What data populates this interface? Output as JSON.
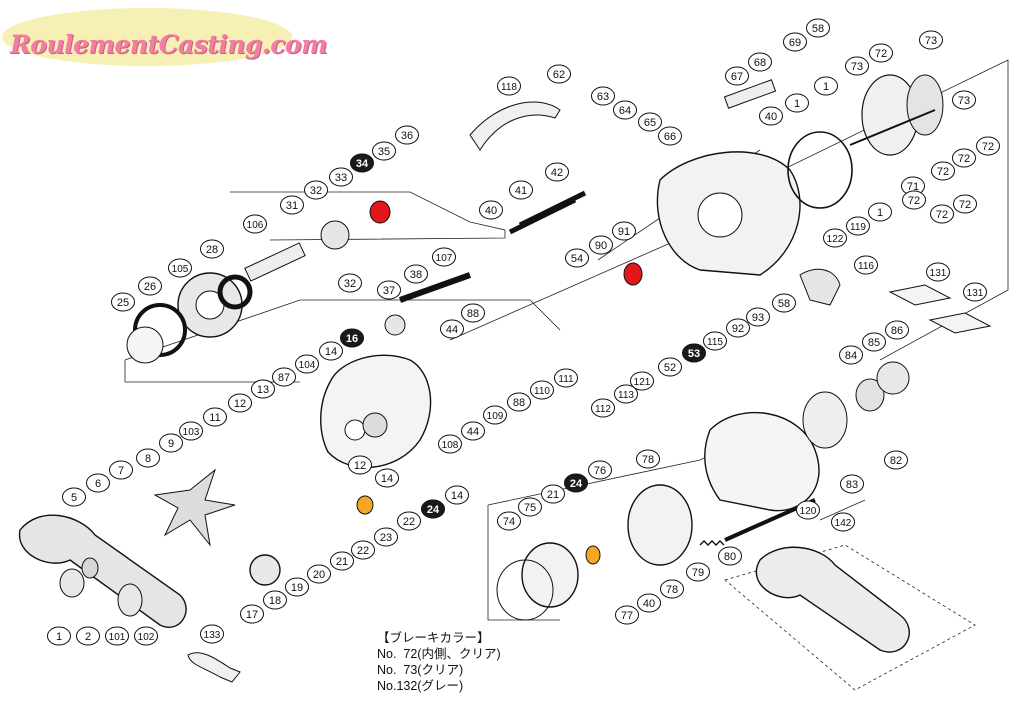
{
  "logo": {
    "text": "RoulementCasting.com"
  },
  "legend": {
    "title": "【ブレーキカラー】",
    "rows": [
      "No.  72(内側、クリア)",
      "No.  73(クリア)",
      "No.132(グレー)"
    ]
  },
  "colors": {
    "highlight_red": "#e3171b",
    "highlight_orange": "#f5a623",
    "label_dark": "#1a1a1a"
  },
  "callouts": [
    {
      "label": "62",
      "style": "plain"
    },
    {
      "label": "118",
      "style": "plain"
    },
    {
      "label": "63",
      "style": "plain"
    },
    {
      "label": "64",
      "style": "plain"
    },
    {
      "label": "65",
      "style": "plain"
    },
    {
      "label": "66",
      "style": "plain"
    },
    {
      "label": "67",
      "style": "plain"
    },
    {
      "label": "68",
      "style": "plain"
    },
    {
      "label": "69",
      "style": "plain"
    },
    {
      "label": "58",
      "style": "plain"
    },
    {
      "label": "40",
      "style": "plain"
    },
    {
      "label": "1",
      "style": "plain"
    },
    {
      "label": "1",
      "style": "plain"
    },
    {
      "label": "72",
      "style": "plain"
    },
    {
      "label": "73",
      "style": "plain"
    },
    {
      "label": "73",
      "style": "plain"
    },
    {
      "label": "72",
      "style": "plain"
    },
    {
      "label": "73",
      "style": "plain"
    },
    {
      "label": "72",
      "style": "plain"
    },
    {
      "label": "72",
      "style": "plain"
    },
    {
      "label": "71",
      "style": "plain"
    },
    {
      "label": "72",
      "style": "plain"
    },
    {
      "label": "72",
      "style": "plain"
    },
    {
      "label": "72",
      "style": "plain"
    },
    {
      "label": "119",
      "style": "plain"
    },
    {
      "label": "1",
      "style": "plain"
    },
    {
      "label": "122",
      "style": "plain"
    },
    {
      "label": "36",
      "style": "plain"
    },
    {
      "label": "35",
      "style": "plain"
    },
    {
      "label": "34",
      "style": "dark"
    },
    {
      "label": "33",
      "style": "plain"
    },
    {
      "label": "32",
      "style": "plain"
    },
    {
      "label": "31",
      "style": "plain"
    },
    {
      "label": "106",
      "style": "plain"
    },
    {
      "label": "32",
      "style": "plain"
    },
    {
      "label": "28",
      "style": "plain"
    },
    {
      "label": "105",
      "style": "plain"
    },
    {
      "label": "26",
      "style": "plain"
    },
    {
      "label": "25",
      "style": "plain"
    },
    {
      "label": "41",
      "style": "plain"
    },
    {
      "label": "42",
      "style": "plain"
    },
    {
      "label": "40",
      "style": "plain"
    },
    {
      "label": "91",
      "style": "plain"
    },
    {
      "label": "90",
      "style": "plain"
    },
    {
      "label": "54",
      "style": "plain"
    },
    {
      "label": "107",
      "style": "plain"
    },
    {
      "label": "38",
      "style": "plain"
    },
    {
      "label": "37",
      "style": "plain"
    },
    {
      "label": "88",
      "style": "plain"
    },
    {
      "label": "44",
      "style": "plain"
    },
    {
      "label": "116",
      "style": "plain"
    },
    {
      "label": "58",
      "style": "plain"
    },
    {
      "label": "93",
      "style": "plain"
    },
    {
      "label": "92",
      "style": "plain"
    },
    {
      "label": "115",
      "style": "plain"
    },
    {
      "label": "53",
      "style": "dark"
    },
    {
      "label": "52",
      "style": "plain"
    },
    {
      "label": "121",
      "style": "plain"
    },
    {
      "label": "131",
      "style": "plain"
    },
    {
      "label": "131",
      "style": "plain"
    },
    {
      "label": "86",
      "style": "plain"
    },
    {
      "label": "85",
      "style": "plain"
    },
    {
      "label": "84",
      "style": "plain"
    },
    {
      "label": "16",
      "style": "dark"
    },
    {
      "label": "14",
      "style": "plain"
    },
    {
      "label": "104",
      "style": "plain"
    },
    {
      "label": "87",
      "style": "plain"
    },
    {
      "label": "13",
      "style": "plain"
    },
    {
      "label": "12",
      "style": "plain"
    },
    {
      "label": "11",
      "style": "plain"
    },
    {
      "label": "103",
      "style": "plain"
    },
    {
      "label": "9",
      "style": "plain"
    },
    {
      "label": "110",
      "style": "plain"
    },
    {
      "label": "88",
      "style": "plain"
    },
    {
      "label": "111",
      "style": "plain"
    },
    {
      "label": "112",
      "style": "plain"
    },
    {
      "label": "113",
      "style": "plain"
    },
    {
      "label": "109",
      "style": "plain"
    },
    {
      "label": "44",
      "style": "plain"
    },
    {
      "label": "108",
      "style": "plain"
    },
    {
      "label": "14",
      "style": "plain"
    },
    {
      "label": "14",
      "style": "plain"
    },
    {
      "label": "12",
      "style": "plain"
    },
    {
      "label": "83",
      "style": "plain"
    },
    {
      "label": "82",
      "style": "plain"
    },
    {
      "label": "8",
      "style": "plain"
    },
    {
      "label": "7",
      "style": "plain"
    },
    {
      "label": "6",
      "style": "plain"
    },
    {
      "label": "5",
      "style": "plain"
    },
    {
      "label": "22",
      "style": "plain"
    },
    {
      "label": "24",
      "style": "dark"
    },
    {
      "label": "23",
      "style": "plain"
    },
    {
      "label": "22",
      "style": "plain"
    },
    {
      "label": "21",
      "style": "plain"
    },
    {
      "label": "20",
      "style": "plain"
    },
    {
      "label": "19",
      "style": "plain"
    },
    {
      "label": "18",
      "style": "plain"
    },
    {
      "label": "17",
      "style": "plain"
    },
    {
      "label": "78",
      "style": "plain"
    },
    {
      "label": "76",
      "style": "plain"
    },
    {
      "label": "24",
      "style": "dark"
    },
    {
      "label": "21",
      "style": "plain"
    },
    {
      "label": "75",
      "style": "plain"
    },
    {
      "label": "74",
      "style": "plain"
    },
    {
      "label": "120",
      "style": "plain"
    },
    {
      "label": "142",
      "style": "plain"
    },
    {
      "label": "80",
      "style": "plain"
    },
    {
      "label": "79",
      "style": "plain"
    },
    {
      "label": "78",
      "style": "plain"
    },
    {
      "label": "40",
      "style": "plain"
    },
    {
      "label": "77",
      "style": "plain"
    },
    {
      "label": "1",
      "style": "plain"
    },
    {
      "label": "2",
      "style": "plain"
    },
    {
      "label": "101",
      "style": "plain"
    },
    {
      "label": "102",
      "style": "plain"
    },
    {
      "label": "133",
      "style": "plain"
    }
  ]
}
